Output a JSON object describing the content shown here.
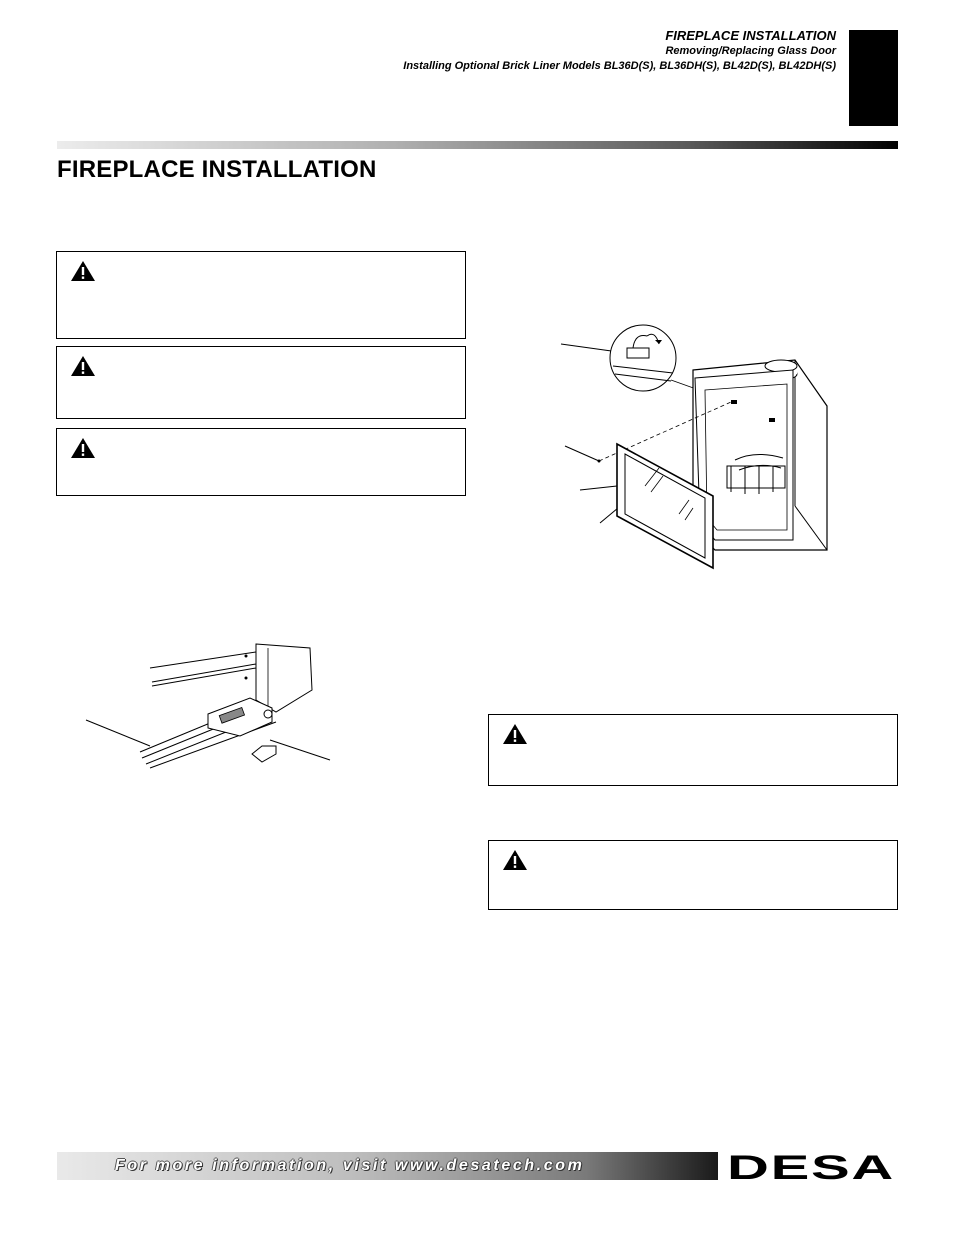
{
  "header": {
    "title": "FIREPLACE INSTALLATION",
    "subtitle_1": "Removing/Replacing Glass Door",
    "subtitle_2": "Installing Optional Brick Liner Models BL36D(S), BL36DH(S), BL42D(S), BL42DH(S)"
  },
  "page": {
    "title": "FIREPLACE INSTALLATION"
  },
  "icons": {
    "warning": "warning-triangle-icon",
    "logo": "desa-logo"
  },
  "footer": {
    "info_text": "For more information, visit www.desatech.com",
    "logo_text": "DESA"
  },
  "colors": {
    "text": "#000000",
    "background": "#ffffff",
    "tab": "#000000"
  }
}
